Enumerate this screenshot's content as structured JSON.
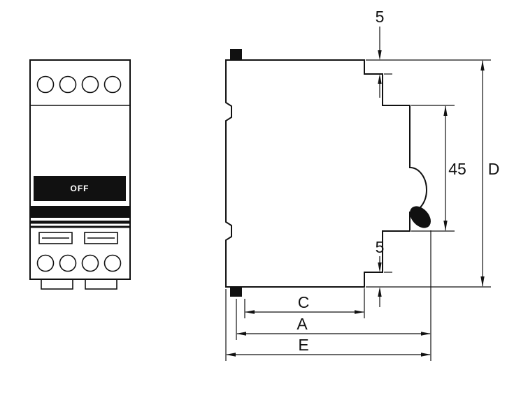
{
  "drawing": {
    "front_view": {
      "switch_label": "OFF"
    },
    "dimensions": {
      "top_step": "5",
      "front_panel_height": "45",
      "overall_height": "D",
      "bottom_step": "5",
      "width_c": "C",
      "width_a": "A",
      "width_e": "E"
    }
  }
}
